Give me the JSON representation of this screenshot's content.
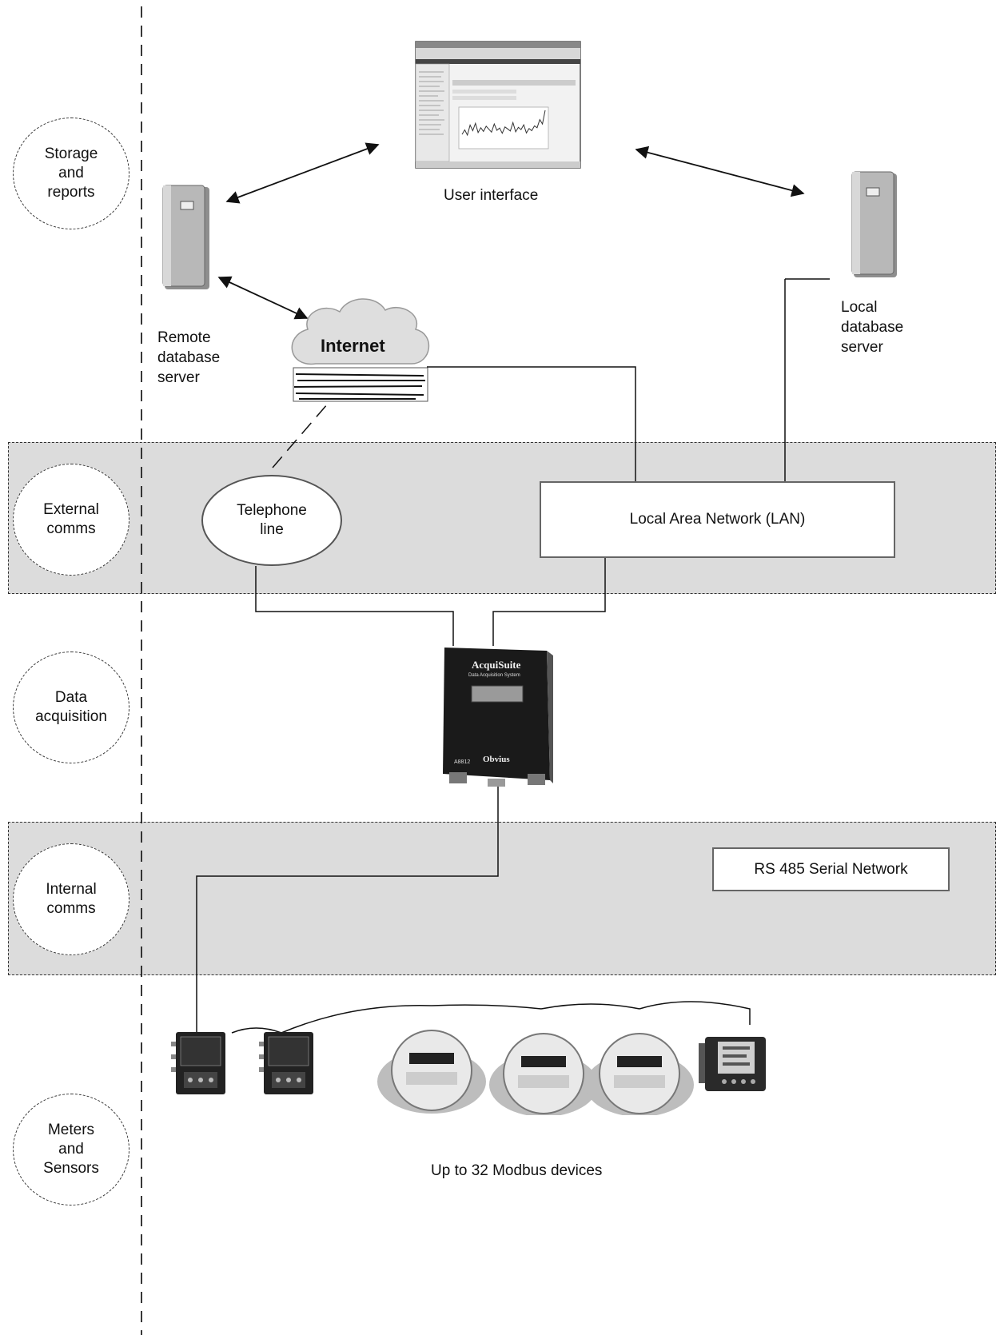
{
  "stages": [
    {
      "label": "Storage\nand\nreports"
    },
    {
      "label": "External\ncomms"
    },
    {
      "label": "Data\nacquisition"
    },
    {
      "label": "Internal\ncomms"
    },
    {
      "label": "Meters\nand\nSensors"
    }
  ],
  "nodes": {
    "user_interface": "User interface",
    "remote_server": "Remote\ndatabase\nserver",
    "local_server": "Local\ndatabase\nserver",
    "internet": "Internet",
    "telephone": "Telephone\nline",
    "lan": "Local Area Network (LAN)",
    "rs485": "RS 485 Serial Network",
    "devices_caption": "Up to 32 Modbus devices"
  },
  "device": {
    "brand": "AcquiSuite",
    "subtitle": "Data Acquisition System",
    "model": "A8812",
    "logo": "Obvius"
  },
  "ui_chart": {
    "type": "line",
    "description_hidden": true,
    "series": [
      {
        "values": [
          30,
          42,
          28,
          55,
          40,
          60,
          35,
          48,
          38,
          52,
          44,
          36,
          58,
          41,
          47,
          33,
          50,
          45,
          39,
          62,
          37,
          49,
          43,
          56,
          34,
          46,
          40,
          53,
          48,
          70,
          58,
          95
        ]
      }
    ]
  },
  "colors": {
    "band": "#dcdcdc",
    "line": "#111111",
    "box_border": "#666666"
  }
}
